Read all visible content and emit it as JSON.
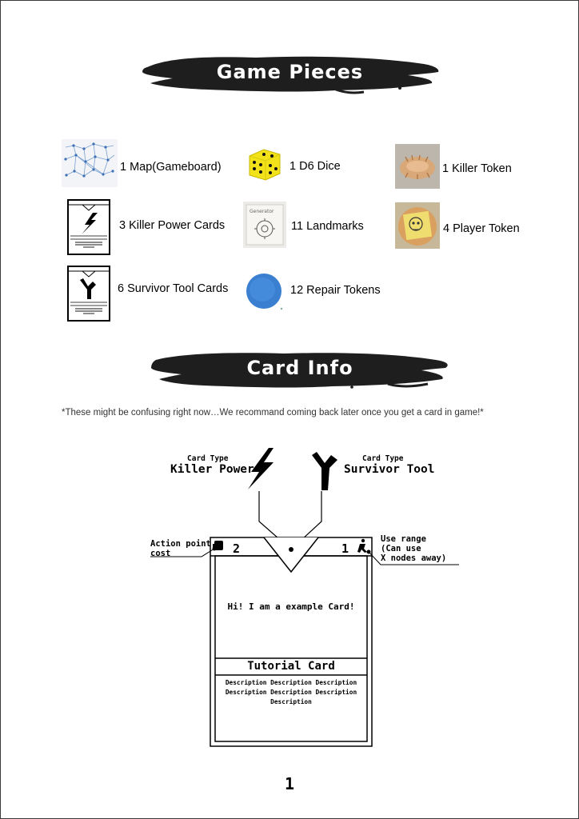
{
  "sections": {
    "game_pieces_title": "Game Pieces",
    "card_info_title": "Card Info"
  },
  "pieces": {
    "map": "1 Map(Gameboard)",
    "dice": "1 D6 Dice",
    "killer_token": "1 Killer Token",
    "killer_power_cards": "3 Killer Power Cards",
    "landmarks": "11 Landmarks",
    "player_token": "4 Player Token",
    "survivor_tool_cards": "6 Survivor Tool Cards",
    "repair_tokens": "12 Repair Tokens"
  },
  "note": "*These might be confusing right now…We recommand coming back later once you get a card in game!*",
  "diagram": {
    "card_type_caption_left": "Card Type",
    "killer_power": "Killer Power",
    "card_type_caption_right": "Card Type",
    "survivor_tool": "Survivor Tool",
    "action_point_line1": "Action point",
    "action_point_line2": "cost",
    "use_range_line1": "Use range",
    "use_range_line2": "(Can use",
    "use_range_line3": "X nodes away)",
    "cost_value": "2",
    "range_value": "1",
    "example_text": "Hi! I am a example Card!",
    "card_title": "Tutorial Card",
    "desc_line1": "Description Description Description",
    "desc_line2": "Description Description Description",
    "desc_line3": "Description"
  },
  "page_number": "1",
  "colors": {
    "banner": "#1e1e1e",
    "dice": "#f2e21a",
    "repair_token": "#3a7fd0",
    "token_wood": "#d9a878"
  }
}
